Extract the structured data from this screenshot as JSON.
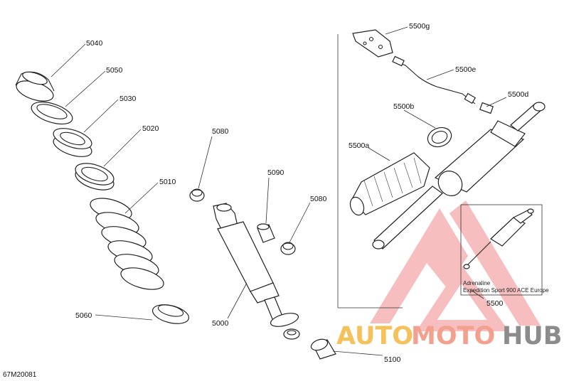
{
  "diagram": {
    "labels": {
      "p5040": "5040",
      "p5050": "5050",
      "p5030": "5030",
      "p5020": "5020",
      "p5010": "5010",
      "p5060": "5060",
      "p5080a": "5080",
      "p5090": "5090",
      "p5080b": "5080",
      "p5000": "5000",
      "p5100": "5100",
      "p5500g": "5500g",
      "p5500e": "5500e",
      "p5500d": "5500d",
      "p5500b": "5500b",
      "p5500a": "5500a",
      "p5500": "5500"
    },
    "inset": {
      "line1": "Adrenaline",
      "line2": "Expedition Sport 900 ACE Europe"
    },
    "figure_code": "67M20081"
  },
  "watermark": {
    "part1": "AUTO",
    "part2": "MOTO",
    "part3": "HUB",
    "colors": {
      "auto": "#f4c15a",
      "moto": "#f3a08f",
      "hub": "#8c8c8c",
      "logo": "#f08a8a"
    }
  }
}
